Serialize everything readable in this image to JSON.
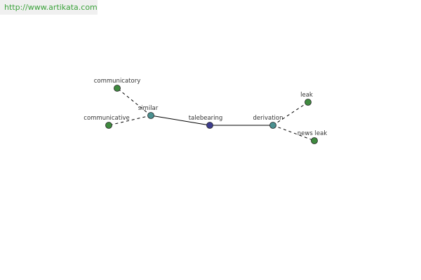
{
  "watermark": {
    "url": "http://www.artikata.com"
  },
  "colors": {
    "leaf_node": "#3f8a3f",
    "relation_node": "#4a9090",
    "center_node": "#3d3d8e",
    "edge": "#000000",
    "watermark_text": "#3aa23a"
  },
  "graph": {
    "nodes": [
      {
        "id": "talebearing",
        "label": "talebearing",
        "kind": "center"
      },
      {
        "id": "similar",
        "label": "similar",
        "kind": "relation"
      },
      {
        "id": "derivation",
        "label": "derivation",
        "kind": "relation"
      },
      {
        "id": "communicatory",
        "label": "communicatory",
        "kind": "leaf"
      },
      {
        "id": "communicative",
        "label": "communicative",
        "kind": "leaf"
      },
      {
        "id": "leak",
        "label": "leak",
        "kind": "leaf"
      },
      {
        "id": "news-leak",
        "label": "news leak",
        "kind": "leaf"
      }
    ],
    "edges": [
      {
        "from": "talebearing",
        "to": "similar",
        "style": "solid"
      },
      {
        "from": "talebearing",
        "to": "derivation",
        "style": "solid"
      },
      {
        "from": "similar",
        "to": "communicatory",
        "style": "dashed"
      },
      {
        "from": "similar",
        "to": "communicative",
        "style": "dashed"
      },
      {
        "from": "derivation",
        "to": "leak",
        "style": "dashed"
      },
      {
        "from": "derivation",
        "to": "news-leak",
        "style": "dashed"
      }
    ]
  }
}
